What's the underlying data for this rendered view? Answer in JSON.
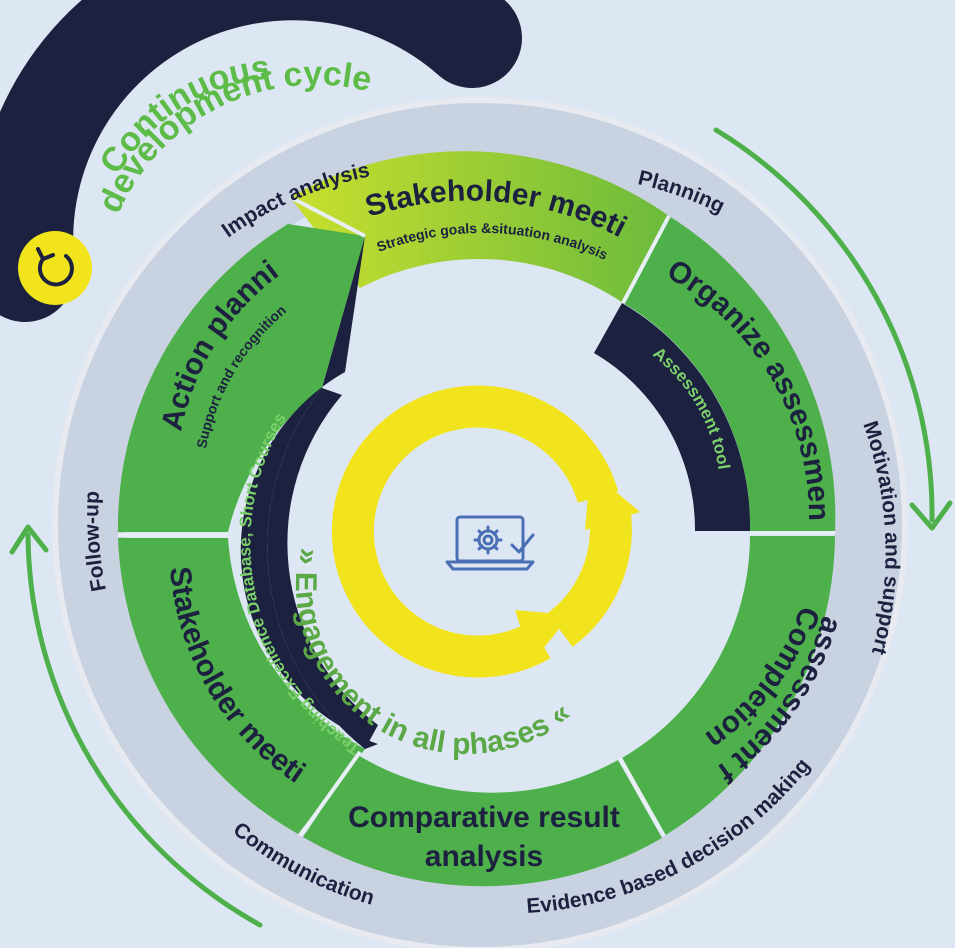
{
  "banner": {
    "line1": "Continuous",
    "line2": "development cycle"
  },
  "outer_labels": {
    "planning": "Planning",
    "motivation": "Motivation and support",
    "evidence": "Evidence based decision making",
    "communication": "Communication",
    "follow_up": "Follow-up",
    "impact": "Impact analysis"
  },
  "segments": {
    "stakeholder_top": {
      "title": "Stakeholder meeting",
      "subtitle": "Strategic goals &situation analysis"
    },
    "organize": {
      "title": "Organize assessments"
    },
    "completion": {
      "line1": "Completion of",
      "line2": "assessment forms"
    },
    "comparative": {
      "line1": "Comparative result",
      "line2": "analysis"
    },
    "stakeholder_left": {
      "title": "Stakeholder meeting"
    },
    "action": {
      "title": "Action planning",
      "subtitle": "Support and recognition"
    }
  },
  "tools": {
    "assessment_tool": "Assessment tool",
    "teaching_db": "Teaching Excellence Database, Short Courses"
  },
  "center": {
    "label": "» Engagement in all phases «"
  },
  "icons": {
    "cycle_badge": "cycle-arrow-icon",
    "laptop": "laptop-gear-check-icon"
  },
  "colors": {
    "background": "#dde7f3",
    "navy": "#1d2140",
    "green": "#4db04a",
    "light_green": "#9fcf3a",
    "yellow": "#f2e41c",
    "ring": "#c9d2e0",
    "text_green": "#5aa946"
  }
}
